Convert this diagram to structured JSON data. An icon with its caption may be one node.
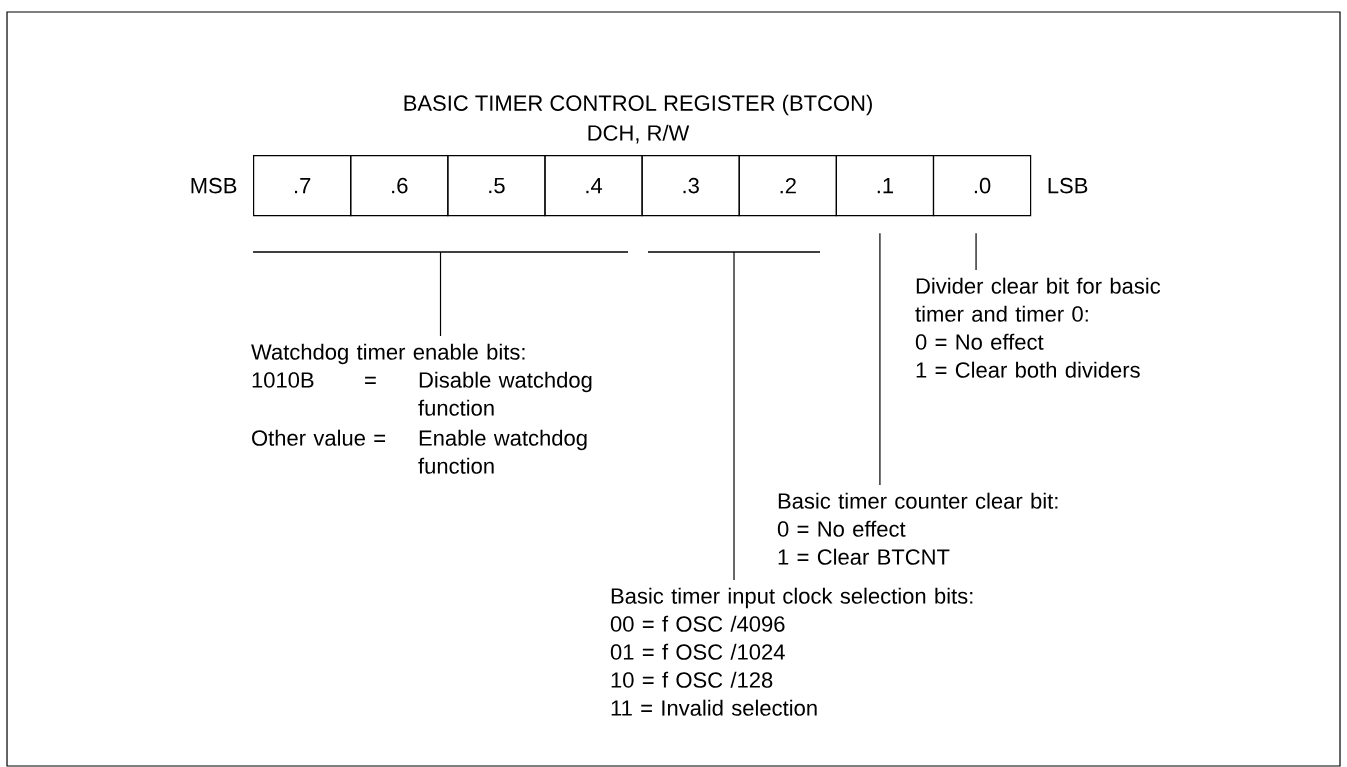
{
  "diagram": {
    "title": "BASIC TIMER CONTROL REGISTER (BTCON)",
    "nodes": [
      {
        "text": [
          ".7"
        ],
        "beside": [
          "MSB"
        ]
      },
      {
        "text": [
          ".6"
        ]
      },
      {
        "text": [
          ".5"
        ]
      },
      {
        "text": [
          ".4"
        ]
      },
      {
        "text": [
          ".3"
        ]
      },
      {
        "text": [
          ".2"
        ]
      },
      {
        "text": [
          ".1"
        ]
      },
      {
        "text": [
          ".0"
        ],
        "beside": [
          "LSB"
        ]
      },
      {
        "text": [],
        "shape": "bar"
      },
      {
        "text": [],
        "shape": "bar"
      },
      {
        "text": [
          "Watchdog timer enable bits:",
          "1010B",
          "=",
          "Disable watchdog function",
          "Other value =",
          "Enable watchdog function"
        ]
      },
      {
        "text": [
          "Basic timer input clock selection bits:",
          "00 = f OSC /4096",
          "01 = f OSC /1024",
          "10 = f OSC /128",
          "11 = Invalid selection"
        ]
      },
      {
        "text": [
          "Basic timer counter clear bit:",
          "0 = No effect",
          "1 = Clear BTCNT"
        ]
      },
      {
        "text": [
          "Divider clear bit for basic timer and timer 0:",
          "0 = No effect",
          "1 = Clear both dividers"
        ]
      }
    ],
    "edges": [
      {
        "from": 10,
        "to": 8,
        "arrow": "none"
      },
      {
        "from": 11,
        "to": 9,
        "arrow": "none"
      },
      {
        "from": 12,
        "to": 6,
        "arrow": "none"
      },
      {
        "from": 13,
        "to": 7,
        "arrow": "none"
      }
    ],
    "labels": [
      "DCH, R/W"
    ]
  }
}
